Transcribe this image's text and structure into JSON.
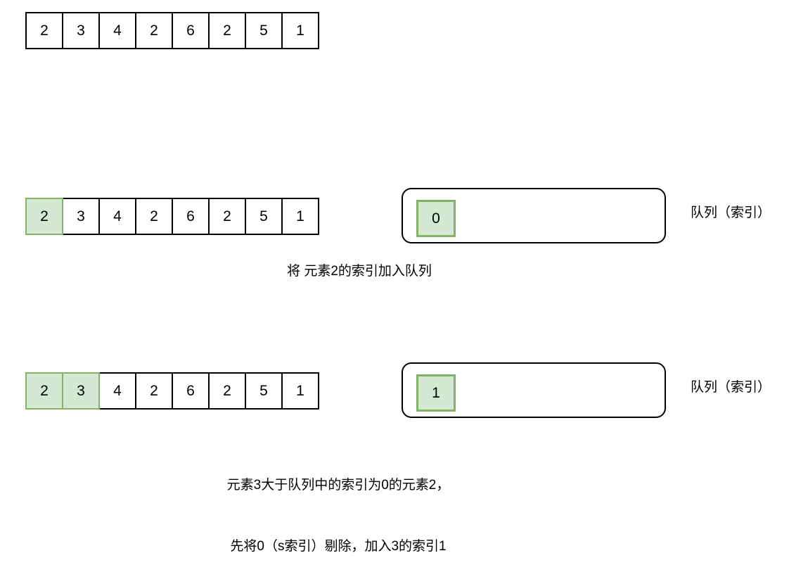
{
  "diagram": {
    "title": "monotonic-queue-sliding-window-illustration",
    "colors": {
      "highlight_fill": "#d5e8d4",
      "highlight_border": "#82b366",
      "box_border": "#000000",
      "background": "#ffffff",
      "text": "#000000"
    },
    "rows": [
      {
        "id": "initial",
        "array": {
          "values": [
            "2",
            "3",
            "4",
            "2",
            "6",
            "2",
            "5",
            "1"
          ],
          "highlighted_indices": []
        },
        "queue": null,
        "queue_label": null,
        "caption": null
      },
      {
        "id": "step1",
        "array": {
          "values": [
            "2",
            "3",
            "4",
            "2",
            "6",
            "2",
            "5",
            "1"
          ],
          "highlighted_indices": [
            0
          ]
        },
        "queue": {
          "items": [
            "0"
          ]
        },
        "queue_label": "队列（索引）",
        "caption": "将 元素2的索引加入队列"
      },
      {
        "id": "step2",
        "array": {
          "values": [
            "2",
            "3",
            "4",
            "2",
            "6",
            "2",
            "5",
            "1"
          ],
          "highlighted_indices": [
            0,
            1
          ]
        },
        "queue": {
          "items": [
            "1"
          ]
        },
        "queue_label": "队列（索引）",
        "caption_line1": "元素3大于队列中的索引为0的元素2，",
        "caption_line2": "先将0（s索引）剔除，加入3的索引1"
      }
    ]
  }
}
